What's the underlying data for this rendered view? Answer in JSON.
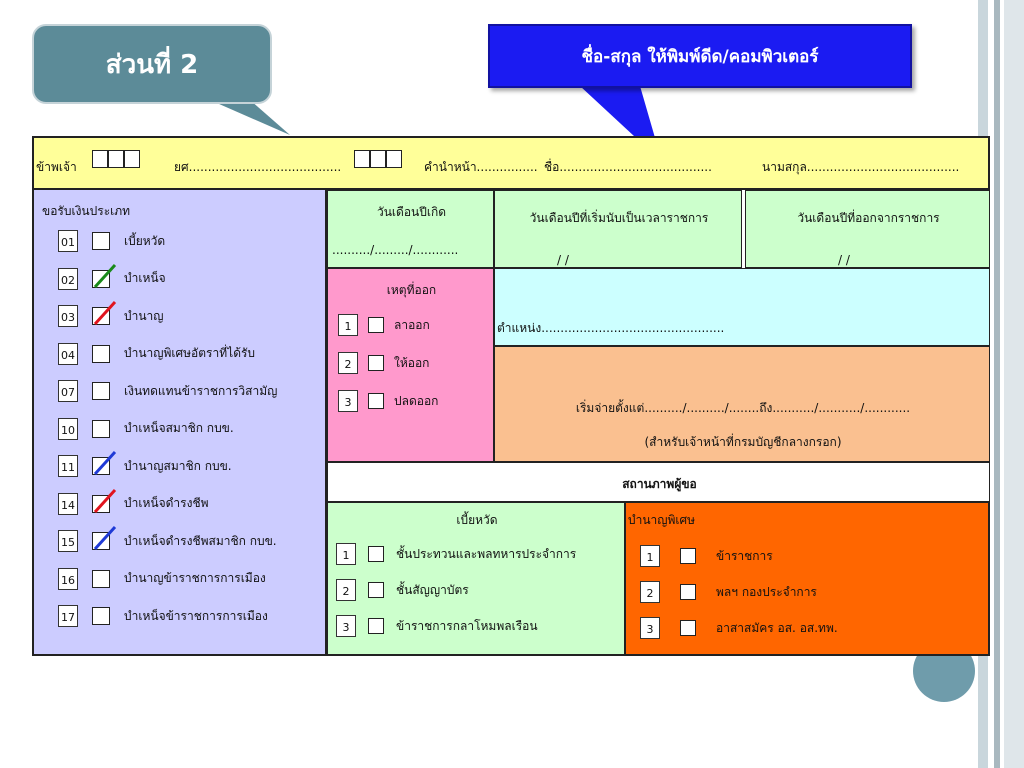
{
  "callouts": {
    "part2": "ส่วนที่ 2",
    "name_note": "ชื่อ-สกุล ให้พิมพ์ดีด/คอมพิวเตอร์"
  },
  "header_row": {
    "prefix": "ข้าพเจ้า",
    "rank": "ยศ........................................",
    "title": "คำนำหน้า................",
    "first": "ชื่อ........................................",
    "last": "นามสกุล........................................"
  },
  "request_type": {
    "label": "ขอรับเงินประเภท",
    "items": [
      {
        "code": "01",
        "label": "เบี้ยหวัด",
        "mark": ""
      },
      {
        "code": "02",
        "label": "บำเหน็จ",
        "mark": "green"
      },
      {
        "code": "03",
        "label": "บำนาญ",
        "mark": "red"
      },
      {
        "code": "04",
        "label": "บำนาญพิเศษอัตราที่ได้รับ",
        "mark": ""
      },
      {
        "code": "07",
        "label": "เงินทดแทนข้าราชการวิสามัญ",
        "mark": ""
      },
      {
        "code": "10",
        "label": "บำเหน็จสมาชิก กบข.",
        "mark": ""
      },
      {
        "code": "11",
        "label": "บำนาญสมาชิก กบข.",
        "mark": "blue"
      },
      {
        "code": "14",
        "label": "บำเหน็จดำรงชีพ",
        "mark": "red"
      },
      {
        "code": "15",
        "label": "บำเหน็จดำรงชีพสมาชิก กบข.",
        "mark": "blue"
      },
      {
        "code": "16",
        "label": "บำนาญข้าราชการการเมือง",
        "mark": ""
      },
      {
        "code": "17",
        "label": "บำเหน็จข้าราชการการเมือง",
        "mark": ""
      }
    ]
  },
  "dates": {
    "birth_label": "วันเดือนปีเกิด",
    "birth_value": "........../........./............",
    "start_label": "วันเดือนปีที่เริ่มนับเป็นเวลาราชการ",
    "start_value": "/          /",
    "end_label": "วันเดือนปีที่ออกจากราชการ",
    "end_value": "/          /"
  },
  "reason": {
    "label": "เหตุที่ออก",
    "items": [
      {
        "code": "1",
        "label": "ลาออก"
      },
      {
        "code": "2",
        "label": "ให้ออก"
      },
      {
        "code": "3",
        "label": "ปลดออก"
      }
    ]
  },
  "position": {
    "label": "ตำแหน่ง................................................"
  },
  "payment": {
    "start": "เริ่มจ่ายตั้งแต่........../........../........ถึง.........../.........../............",
    "note": "(สำหรับเจ้าหน้าที่กรมบัญชีกลางกรอก)"
  },
  "status": {
    "label": "สถานภาพผู้ขอ",
    "bea_label": "เบี้ยหวัด",
    "bea_items": [
      {
        "code": "1",
        "label": "ชั้นประทวนและพลทหารประจำการ"
      },
      {
        "code": "2",
        "label": "ชั้นสัญญาบัตร"
      },
      {
        "code": "3",
        "label": "ข้าราชการกลาโหมพลเรือน"
      }
    ],
    "special_label": "บำนาญพิเศษ",
    "special_items": [
      {
        "code": "1",
        "label": "ข้าราชการ"
      },
      {
        "code": "2",
        "label": "พลฯ กองประจำการ"
      },
      {
        "code": "3",
        "label": "อาสาสมัคร อส. อส.ทพ."
      }
    ]
  }
}
